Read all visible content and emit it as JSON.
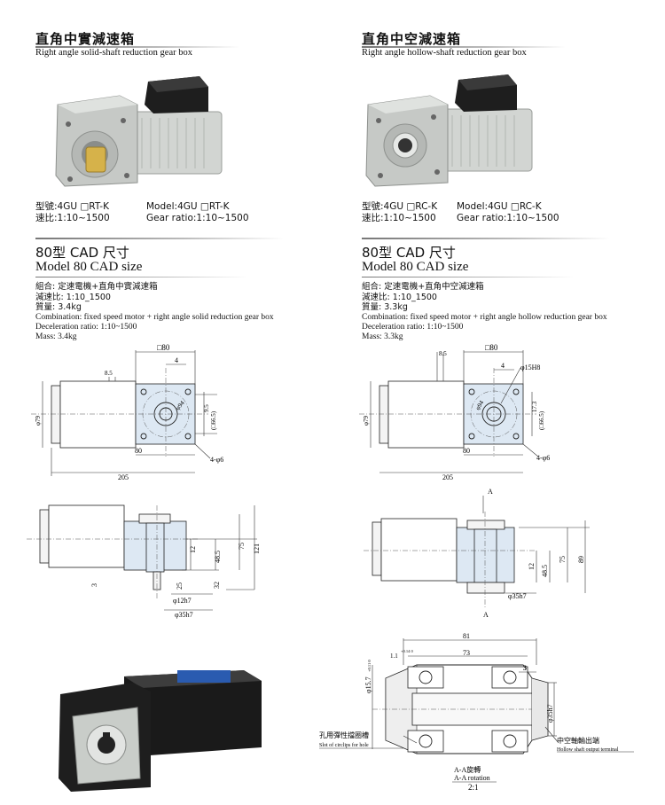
{
  "left": {
    "title_zh": "直角中實減速箱",
    "title_en": "Right angle solid-shaft reduction gear box",
    "spec_model_zh": "型號:4GU □RT-K",
    "spec_ratio_zh": "速比:1:10~1500",
    "spec_model_en": "Model:4GU □RT-K",
    "spec_ratio_en": "Gear ratio:1:10~1500",
    "cad_zh": "80型  CAD 尺寸",
    "cad_en": "Model 80  CAD size",
    "combo_zh": "組合: 定速電機+直角中實減速箱",
    "ratio_zh": "減速比: 1:10_1500",
    "mass_zh": "質量: 3.4kg",
    "combo_en": "Combination: fixed speed motor + right angle solid reduction gear box",
    "ratio_en": "Deceleration ratio: 1:10~1500",
    "mass_en": "Mass: 3.4kg",
    "dims": {
      "sq80": "□80",
      "d4": "4",
      "d8_5": "8.5",
      "d9_5": "9.5",
      "d66_5": "(□66.5)",
      "phi94": "φ94",
      "phi79": "φ79",
      "d80": "80",
      "d205": "205",
      "holes": "4-φ6",
      "d12": "12",
      "d48_5": "48.5",
      "d75": "75",
      "d121": "121",
      "d3": "3",
      "d25": "25",
      "d32": "32",
      "phi12h7": "φ12h7",
      "phi35h7": "φ35h7"
    }
  },
  "right": {
    "title_zh": "直角中空減速箱",
    "title_en": "Right angle hollow-shaft reduction gear box",
    "spec_model_zh": "型號:4GU □RC-K",
    "spec_ratio_zh": "速比:1:10~1500",
    "spec_model_en": "Model:4GU □RC-K",
    "spec_ratio_en": "Gear ratio:1:10~1500",
    "cad_zh": "80型  CAD 尺寸",
    "cad_en": "Model 80  CAD size",
    "combo_zh": "組合: 定速電機+直角中空減速箱",
    "ratio_zh": "減速比: 1:10_1500",
    "mass_zh": "質量: 3.3kg",
    "combo_en": "Combination: fixed speed motor + right angle hollow reduction gear box",
    "ratio_en": "Deceleration ratio: 1:10~1500",
    "mass_en": "Mass: 3.3kg",
    "dims": {
      "sq80": "□80",
      "d4": "4",
      "d8_5": "8.5",
      "phi15h8": "φ15H8",
      "phi94": "φ94",
      "d17_3": "17.3",
      "d66_5": "(□66.5)",
      "phi79": "φ79",
      "d80": "80",
      "d205": "205",
      "holes": "4-φ6",
      "a_mark": "A",
      "d12": "12",
      "d48_5": "48.5",
      "d75": "75",
      "d89": "89",
      "phi35h7": "φ35h7",
      "d81": "81",
      "d73": "73",
      "d1_1": "1.1",
      "tol_1_1": "+0.14 0",
      "phi15_7": "φ15.7",
      "tol_15_7": "+0.11 0",
      "d3": "3",
      "circlip_zh": "孔用彈性擋圈槽",
      "circlip_en": "Slot of circlips for hole",
      "output_zh": "中空軸輸出端",
      "output_en": "Hollow shaft output terminal",
      "rot_zh": "A-A旋轉",
      "rot_en": "A-A rotation",
      "scale": "2:1"
    }
  },
  "colors": {
    "housing": "#c9cdc9",
    "motor_black": "#1a1a1a",
    "shaft_brass": "#d6b24a",
    "label_blue": "#2a5bb0",
    "cad_fill": "#dde8f3"
  }
}
